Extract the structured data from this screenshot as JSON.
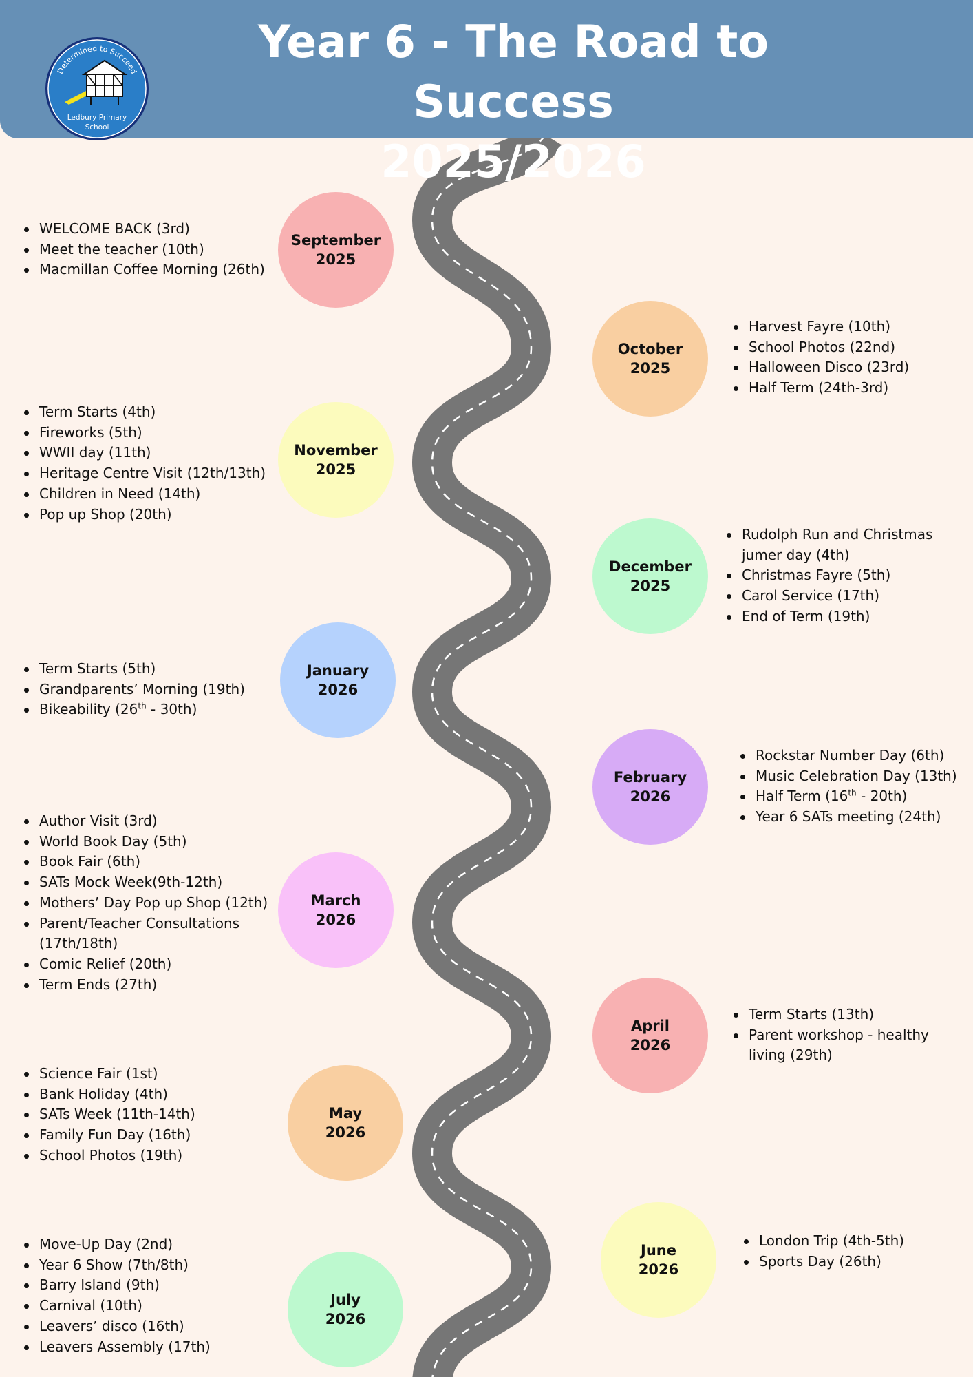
{
  "header": {
    "title_line1": "Year 6 - The Road to Success",
    "title_line2": "2025/2026",
    "background_color": "#6690b6"
  },
  "logo": {
    "ring_text": "Determined to Succeed",
    "school_line1": "Ledbury Primary",
    "school_line2": "School"
  },
  "months": {
    "september": {
      "name": "September",
      "year": "2025",
      "color": "#f8b1b2",
      "events": [
        "WELCOME BACK (3rd)",
        "Meet the teacher (10th)",
        "Macmillan Coffee Morning (26th)"
      ]
    },
    "october": {
      "name": "October",
      "year": "2025",
      "color": "#f9cfa1",
      "events": [
        "Harvest Fayre (10th)",
        "School Photos (22nd)",
        "Halloween Disco (23rd)",
        "Half Term (24th-3rd)"
      ]
    },
    "november": {
      "name": "November",
      "year": "2025",
      "color": "#fcfbbd",
      "events": [
        "Term Starts (4th)",
        "Fireworks (5th)",
        "WWII day (11th)",
        "Heritage Centre Visit (12th/13th)",
        "Children in Need (14th)",
        "Pop up Shop (20th)"
      ]
    },
    "december": {
      "name": "December",
      "year": "2025",
      "color": "#bdf9cf",
      "events": [
        "Rudolph Run and Christmas",
        "jumer day (4th)",
        "Christmas Fayre (5th)",
        "Carol Service (17th)",
        "End of Term (19th)"
      ]
    },
    "january": {
      "name": "January",
      "year": "2026",
      "color": "#b5d2fd",
      "events": [
        "Term Starts (5th)",
        "Grandparents’ Morning (19th)",
        "Bikeability (26",
        "th",
        " - 30th)"
      ]
    },
    "february": {
      "name": "February",
      "year": "2026",
      "color": "#d7abf6",
      "events": [
        "Rockstar Number Day (6th)",
        "Music Celebration Day (13th)",
        "Half Term (16",
        "th",
        " - 20th)",
        "Year 6 SATs meeting (24th)"
      ]
    },
    "march": {
      "name": "March",
      "year": "2026",
      "color": "#f9c1f9",
      "events": [
        "Author Visit (3rd)",
        "World Book Day (5th)",
        "Book Fair (6th)",
        "SATs Mock Week(9th-12th)",
        "Mothers’ Day Pop up Shop (12th)",
        "Parent/Teacher Consultations",
        "(17th/18th)",
        "Comic Relief (20th)",
        "Term Ends (27th)"
      ]
    },
    "april": {
      "name": "April",
      "year": "2026",
      "color": "#f8b1b2",
      "events": [
        "Term Starts (13th)",
        "Parent workshop - healthy",
        "living (29th)"
      ]
    },
    "may": {
      "name": "May",
      "year": "2026",
      "color": "#f9cfa1",
      "events": [
        "Science Fair (1st)",
        "Bank Holiday (4th)",
        "SATs Week (11th-14th)",
        "Family Fun Day (16th)",
        "School Photos (19th)"
      ]
    },
    "june": {
      "name": "June",
      "year": "2026",
      "color": "#fcfbbd",
      "events": [
        "London Trip (4th-5th)",
        "Sports Day (26th)"
      ]
    },
    "july": {
      "name": "July",
      "year": "2026",
      "color": "#bdf9cf",
      "events": [
        "Move-Up Day (2nd)",
        "Year 6 Show (7th/8th)",
        "Barry Island (9th)",
        "Carnival (10th)",
        "Leavers’ disco (16th)",
        "Leavers Assembly (17th)"
      ]
    }
  }
}
